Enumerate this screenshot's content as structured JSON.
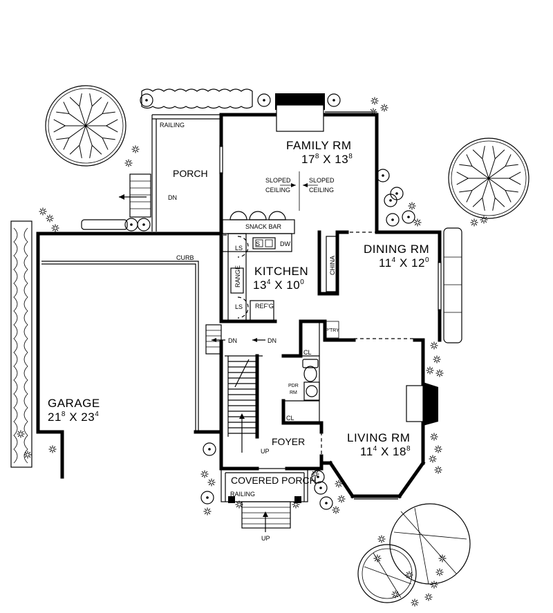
{
  "rooms": {
    "family": {
      "name": "FAMILY RM",
      "w": "17",
      "w_in": "8",
      "d": "13",
      "d_in": "8"
    },
    "dining": {
      "name": "DINING RM",
      "w": "11",
      "w_in": "4",
      "d": "12",
      "d_in": "0"
    },
    "kitchen": {
      "name": "KITCHEN",
      "w": "13",
      "w_in": "4",
      "d": "10",
      "d_in": "0"
    },
    "living": {
      "name": "LIVING RM",
      "w": "11",
      "w_in": "4",
      "d": "18",
      "d_in": "8"
    },
    "garage": {
      "name": "GARAGE",
      "w": "21",
      "w_in": "8",
      "d": "23",
      "d_in": "4"
    },
    "porch": {
      "name": "PORCH"
    },
    "foyer": {
      "name": "FOYER"
    },
    "covered_porch": {
      "name": "COVERED PORCH"
    },
    "pdr_rm": {
      "line1": "PDR",
      "line2": "RM"
    }
  },
  "labels": {
    "railing_top": "RAILING",
    "railing_bottom": "RAILING",
    "sloped_left_1": "SLOPED",
    "sloped_left_2": "CEILING",
    "sloped_right_1": "SLOPED",
    "sloped_right_2": "CEILING",
    "snack_bar": "SNACK BAR",
    "sink": "S",
    "dw": "DW",
    "ls_top": "LS",
    "ls_bottom": "LS",
    "range": "RANGE",
    "refg": "REF'G",
    "china": "CHINA",
    "pantry": "P'TRY",
    "curb": "CURB",
    "dn_porch": "DN",
    "dn_left": "DN",
    "dn_right": "DN",
    "up_stair": "UP",
    "up_entry": "UP",
    "cl_upper": "CL",
    "cl_lower": "CL"
  }
}
